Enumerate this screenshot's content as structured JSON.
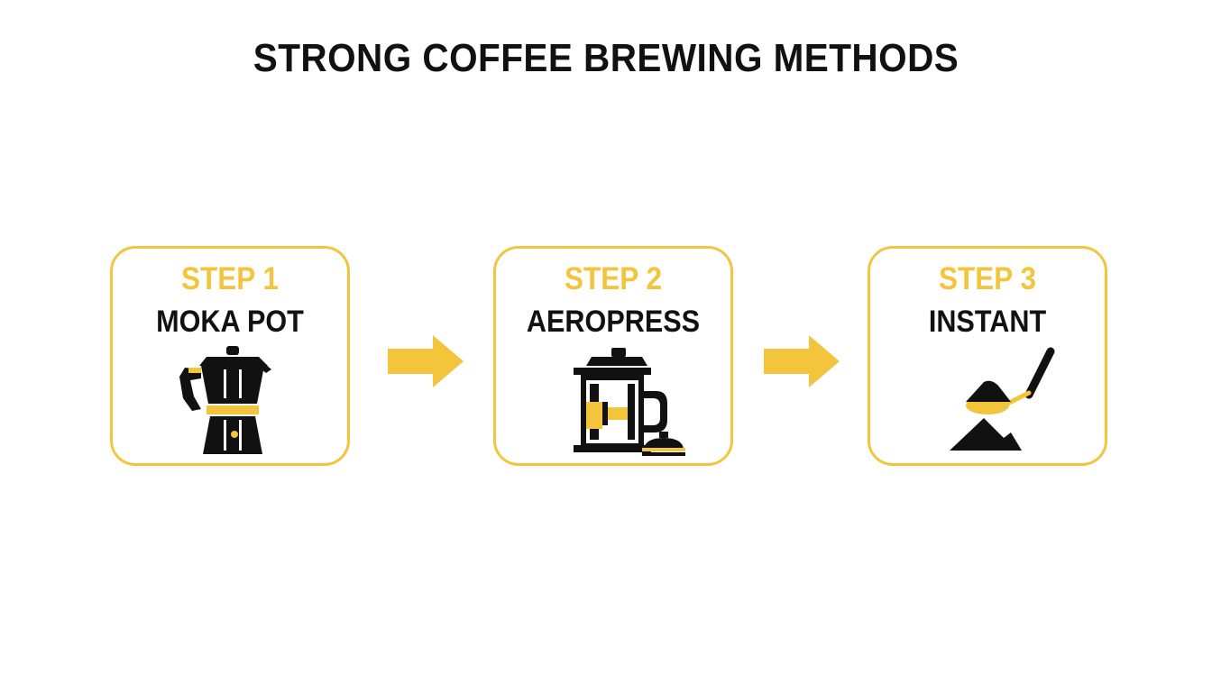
{
  "title": "STRONG COFFEE BREWING METHODS",
  "colors": {
    "accent": "#f2c53d",
    "text": "#111111",
    "background": "#ffffff"
  },
  "steps": [
    {
      "number": "STEP 1",
      "name": "MOKA POT",
      "icon": "moka-pot-icon"
    },
    {
      "number": "STEP 2",
      "name": "AEROPRESS",
      "icon": "aeropress-icon"
    },
    {
      "number": "STEP 3",
      "name": "INSTANT",
      "icon": "instant-coffee-spoon-icon"
    }
  ],
  "connectors": [
    "arrow-right-icon",
    "arrow-right-icon"
  ]
}
